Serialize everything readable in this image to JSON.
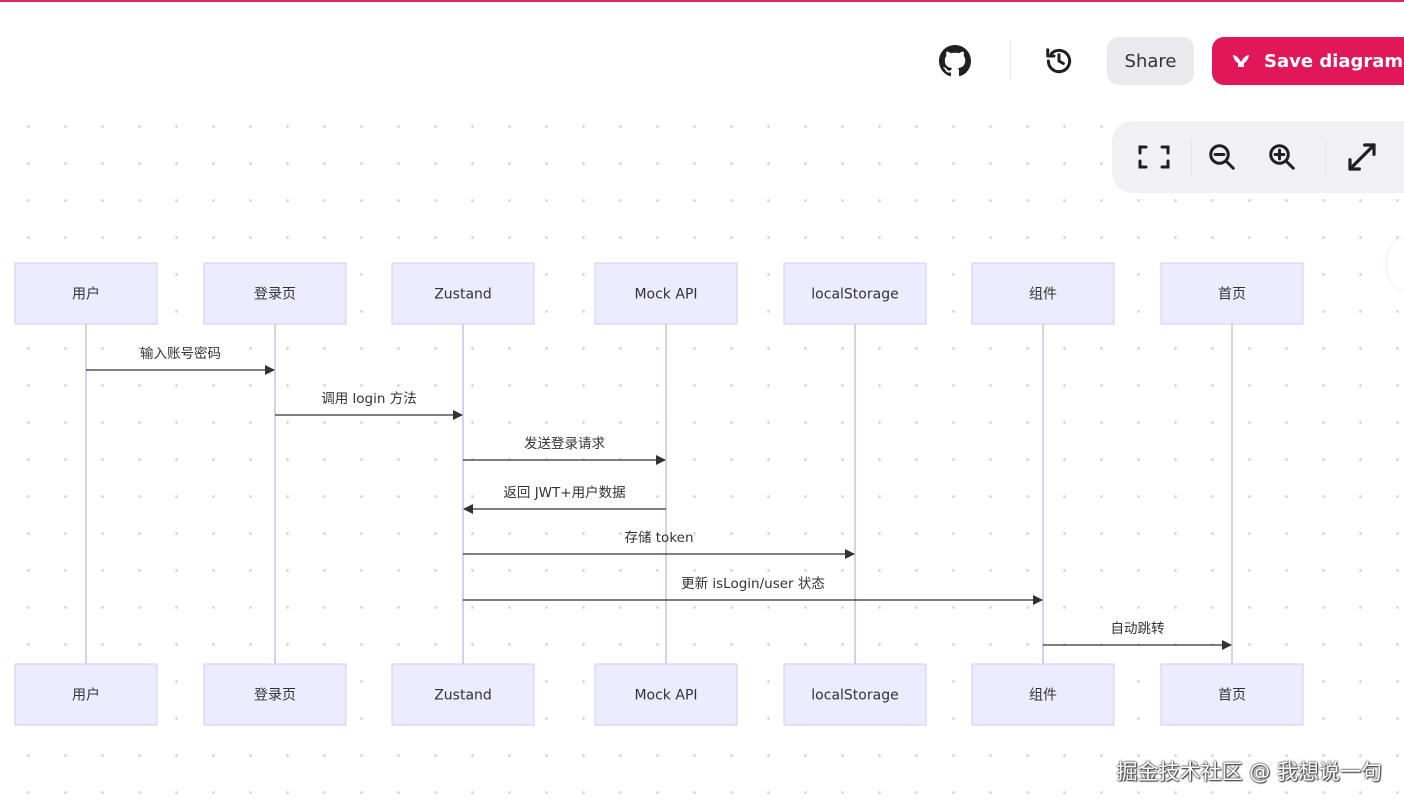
{
  "header": {
    "share_label": "Share",
    "save_label": "Save diagram",
    "accent_color": "#e0185a"
  },
  "toolbar": {
    "icons": [
      "fit-view-icon",
      "zoom-out-icon",
      "zoom-in-icon",
      "expand-icon"
    ]
  },
  "diagram": {
    "type": "sequence",
    "participants": [
      "用户",
      "登录页",
      "Zustand",
      "Mock API",
      "localStorage",
      "组件",
      "首页"
    ],
    "messages": [
      {
        "from": 0,
        "to": 1,
        "text": "输入账号密码"
      },
      {
        "from": 1,
        "to": 2,
        "text": "调用 login 方法"
      },
      {
        "from": 2,
        "to": 3,
        "text": "发送登录请求"
      },
      {
        "from": 3,
        "to": 2,
        "text": "返回 JWT+用户数据"
      },
      {
        "from": 2,
        "to": 4,
        "text": "存储 token"
      },
      {
        "from": 2,
        "to": 5,
        "text": "更新 isLogin/user 状态"
      },
      {
        "from": 5,
        "to": 6,
        "text": "自动跳转"
      }
    ]
  },
  "watermark": "掘金技术社区 @ 我想说一句"
}
